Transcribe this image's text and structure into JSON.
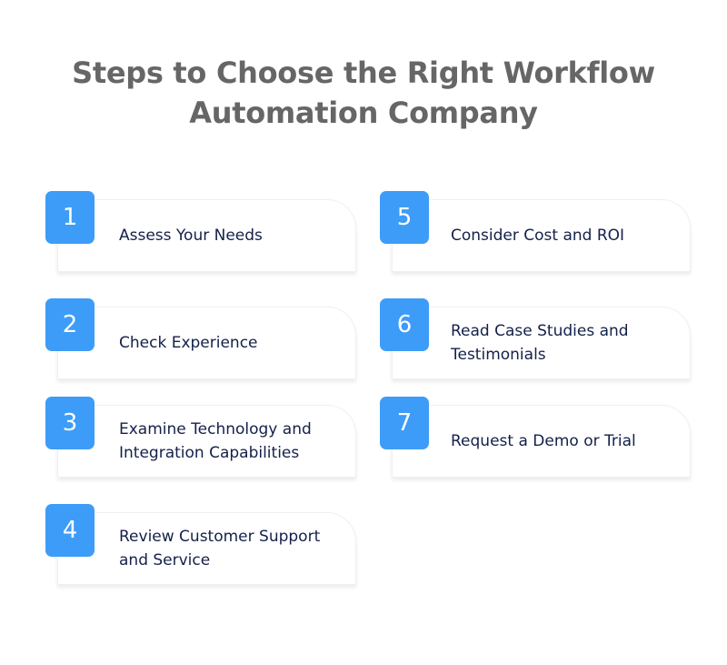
{
  "title": {
    "line1": "Steps to Choose the Right Workflow",
    "line2": "Automation Company"
  },
  "colors": {
    "badge": "#3d9cf7",
    "text": "#14204a",
    "title": "#666666"
  },
  "steps": [
    {
      "number": "1",
      "label": "Assess Your Needs"
    },
    {
      "number": "2",
      "label": "Check Experience"
    },
    {
      "number": "3",
      "label": "Examine Technology and Integration Capabilities"
    },
    {
      "number": "4",
      "label": "Review Customer Support and Service"
    },
    {
      "number": "5",
      "label": "Consider Cost and ROI"
    },
    {
      "number": "6",
      "label": "Read Case Studies and Testimonials"
    },
    {
      "number": "7",
      "label": "Request a Demo or Trial"
    }
  ]
}
